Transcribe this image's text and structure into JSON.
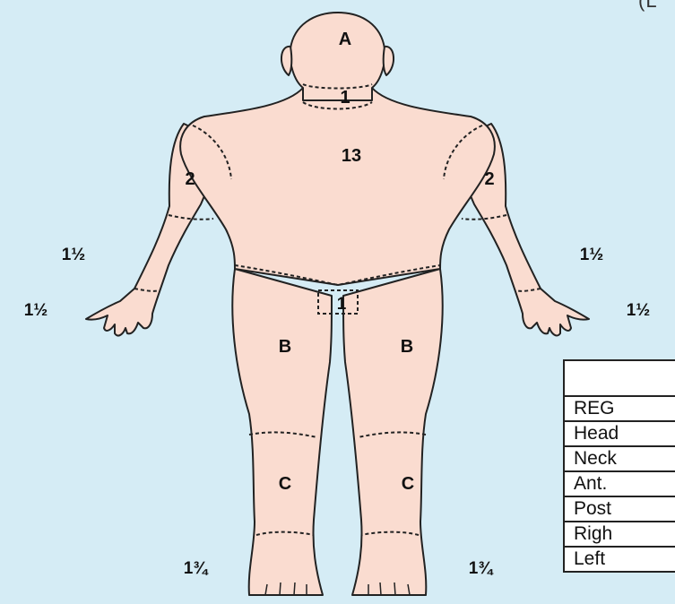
{
  "corner_text": "(L",
  "regions": {
    "head": "A",
    "neck": "1",
    "trunk": "13",
    "right_upper_arm": "2",
    "left_upper_arm": "2",
    "right_forearm": "1½",
    "left_forearm": "1½",
    "right_hand": "1½",
    "left_hand": "1½",
    "genitalia": "1",
    "right_thigh": "B",
    "left_thigh": "B",
    "right_leg": "C",
    "left_leg": "C",
    "right_foot": "1¾",
    "left_foot": "1¾"
  },
  "table": {
    "header": "",
    "rows": [
      "REG",
      "Head",
      "Neck",
      "Ant.",
      "Post",
      "Righ",
      "Left"
    ]
  },
  "colors": {
    "background": "#d5ecf5",
    "skin": "#fadcd0",
    "outline": "#222222"
  }
}
